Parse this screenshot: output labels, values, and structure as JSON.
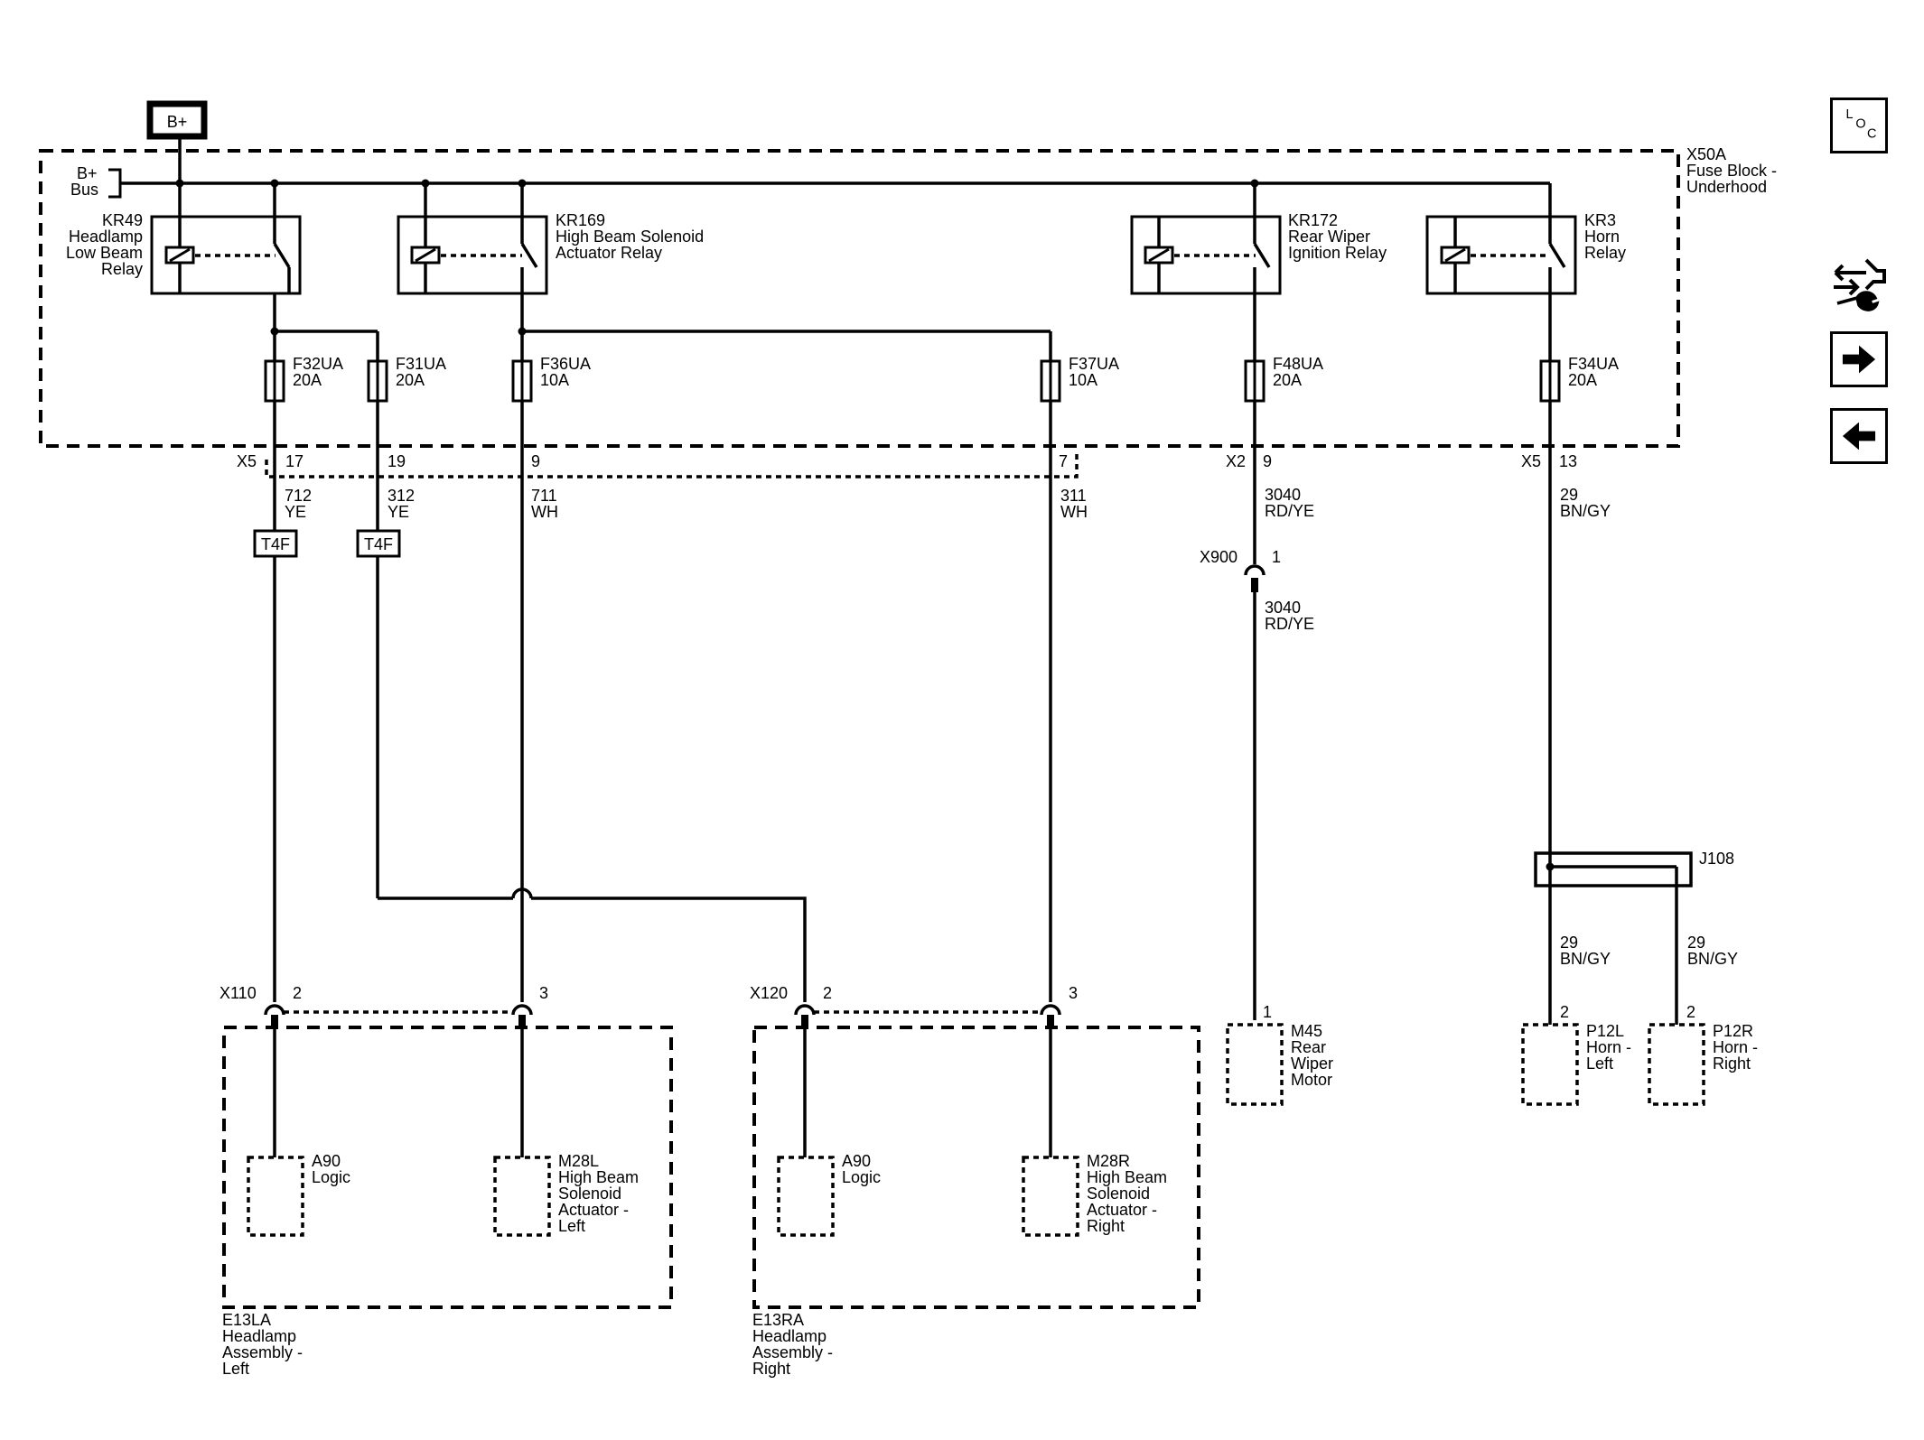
{
  "power": {
    "source": "B+",
    "bus_line1": "B+",
    "bus_line2": "Bus"
  },
  "fuse_block": {
    "id": "X50A",
    "name_line1": "Fuse Block -",
    "name_line2": "Underhood"
  },
  "relays": [
    {
      "id": "KR49",
      "lines": [
        "Headlamp",
        "Low Beam",
        "Relay"
      ]
    },
    {
      "id": "KR169",
      "lines": [
        "High Beam Solenoid",
        "Actuator Relay"
      ]
    },
    {
      "id": "KR172",
      "lines": [
        "Rear Wiper",
        "Ignition Relay"
      ]
    },
    {
      "id": "KR3",
      "lines": [
        "Horn",
        "Relay"
      ]
    }
  ],
  "fuses": [
    {
      "id": "F32UA",
      "rating": "20A"
    },
    {
      "id": "F31UA",
      "rating": "20A"
    },
    {
      "id": "F36UA",
      "rating": "10A"
    },
    {
      "id": "F37UA",
      "rating": "10A"
    },
    {
      "id": "F48UA",
      "rating": "20A"
    },
    {
      "id": "F34UA",
      "rating": "20A"
    }
  ],
  "connectors": {
    "x5_left": {
      "id": "X5",
      "pins": [
        "17",
        "19",
        "9",
        "7"
      ]
    },
    "x2": {
      "id": "X2",
      "pin": "9"
    },
    "x5_right": {
      "id": "X5",
      "pin": "13"
    },
    "x900": {
      "id": "X900",
      "pin": "1"
    },
    "x110": {
      "id": "X110",
      "pins": [
        "2",
        "3"
      ]
    },
    "x120": {
      "id": "X120",
      "pins": [
        "2",
        "3"
      ]
    },
    "j108": {
      "id": "J108"
    }
  },
  "wires": [
    {
      "circuit": "712",
      "color": "YE"
    },
    {
      "circuit": "312",
      "color": "YE"
    },
    {
      "circuit": "711",
      "color": "WH"
    },
    {
      "circuit": "311",
      "color": "WH"
    },
    {
      "circuit": "3040",
      "color": "RD/YE"
    },
    {
      "circuit": "29",
      "color": "BN/GY"
    },
    {
      "circuit": "3040",
      "color": "RD/YE"
    },
    {
      "circuit": "29",
      "color": "BN/GY"
    },
    {
      "circuit": "29",
      "color": "BN/GY"
    }
  ],
  "tags": [
    "T4F",
    "T4F"
  ],
  "assemblies": {
    "left": {
      "id": "E13LA",
      "lines": [
        "Headlamp",
        "Assembly -",
        "Left"
      ]
    },
    "right": {
      "id": "E13RA",
      "lines": [
        "Headlamp",
        "Assembly -",
        "Right"
      ]
    }
  },
  "components": {
    "a90_left": {
      "id": "A90",
      "lines": [
        "Logic"
      ]
    },
    "m28l": {
      "id": "M28L",
      "lines": [
        "High Beam",
        "Solenoid",
        "Actuator -",
        "Left"
      ]
    },
    "a90_right": {
      "id": "A90",
      "lines": [
        "Logic"
      ]
    },
    "m28r": {
      "id": "M28R",
      "lines": [
        "High Beam",
        "Solenoid",
        "Actuator -",
        "Right"
      ]
    },
    "m45": {
      "id": "M45",
      "pin": "1",
      "lines": [
        "Rear",
        "Wiper",
        "Motor"
      ]
    },
    "p12l": {
      "id": "P12L",
      "pin": "2",
      "lines": [
        "Horn -",
        "Left"
      ]
    },
    "p12r": {
      "id": "P12R",
      "pin": "2",
      "lines": [
        "Horn -",
        "Right"
      ]
    }
  },
  "sidebar": {
    "loc_letters": [
      "L",
      "O",
      "C"
    ],
    "icons": [
      "location-icon",
      "connector-wrench-icon",
      "next-arrow-icon",
      "previous-arrow-icon"
    ]
  }
}
